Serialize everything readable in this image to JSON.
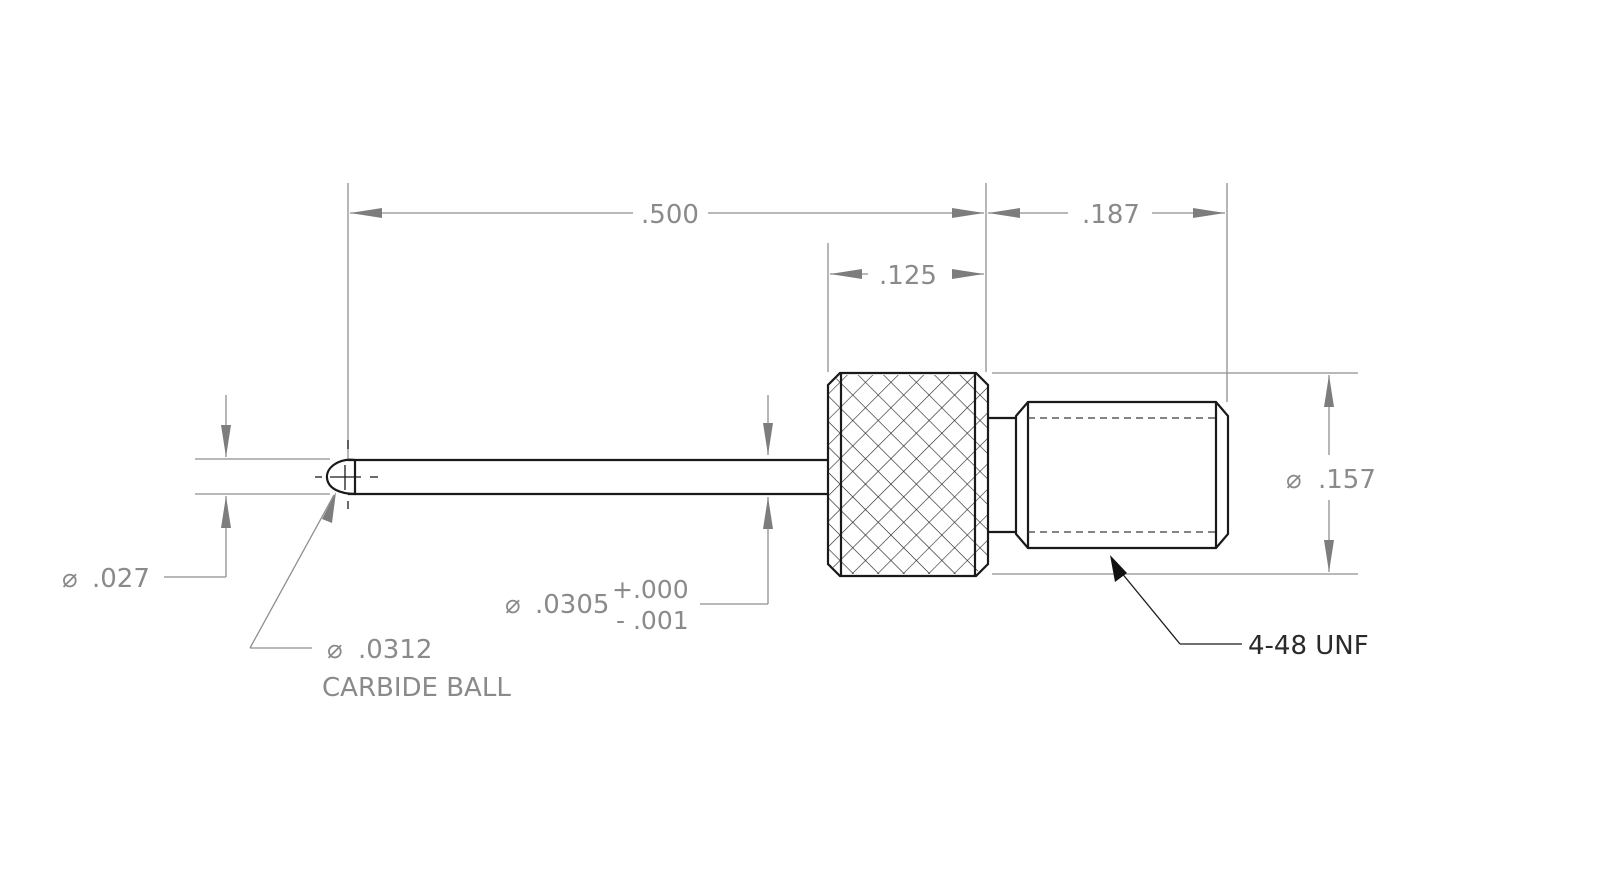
{
  "dimensions": {
    "overall_length": ".500",
    "thread_length": ".187",
    "knurl_length": ".125",
    "shank_diameter": ".157",
    "tip_diameter": ".027",
    "stem_diameter": ".0305",
    "stem_tol_plus": "+.000",
    "stem_tol_minus": "- .001",
    "ball_diameter": ".0312"
  },
  "notes": {
    "ball_material": "CARBIDE BALL",
    "thread_spec": "4-48 UNF"
  },
  "symbols": {
    "diameter": "⌀"
  },
  "colors": {
    "dimension_lines": "#8f8f8f",
    "object_lines": "#1a1a1a"
  }
}
